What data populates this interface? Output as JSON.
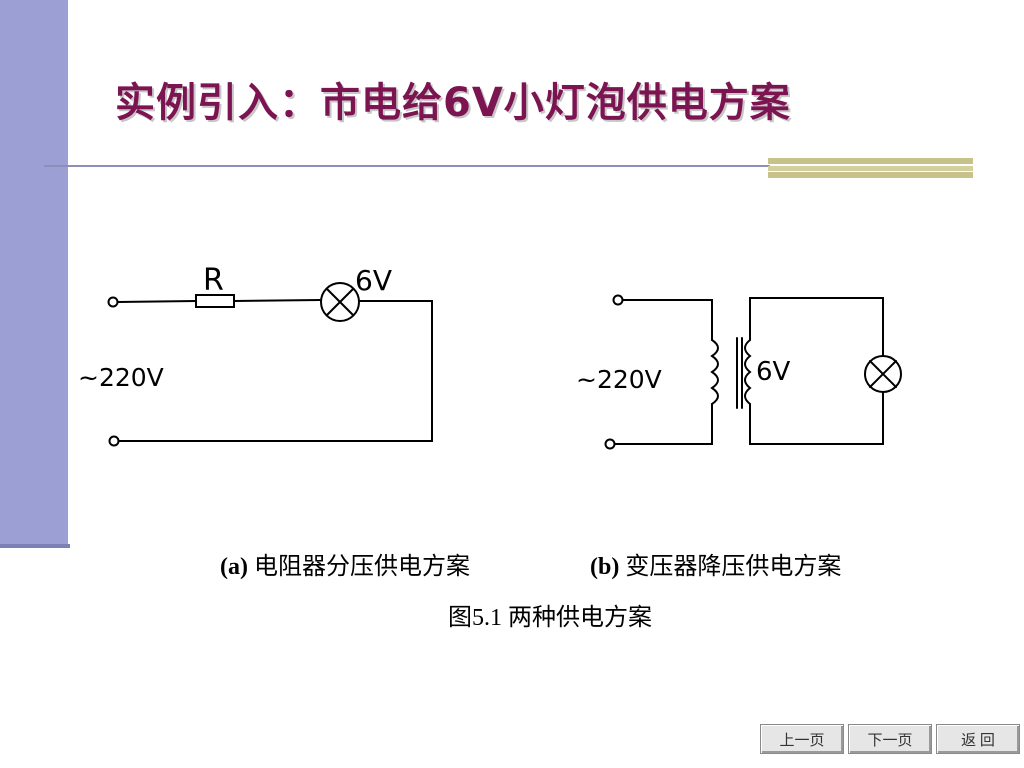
{
  "slide": {
    "title": "实例引入：市电给6V小灯泡供电方案"
  },
  "diagram_a": {
    "resistor_label": "R",
    "lamp_label": "6V",
    "source_label": "~220V"
  },
  "diagram_b": {
    "source_label": "~220V",
    "secondary_label": "6V"
  },
  "captions": {
    "a_tag": "(a)",
    "a_text": "电阻器分压供电方案",
    "b_tag": "(b)",
    "b_text": "变压器降压供电方案",
    "figure": "图5.1  两种供电方案"
  },
  "nav": {
    "prev": "上一页",
    "next": "下一页",
    "back": "返  回"
  }
}
